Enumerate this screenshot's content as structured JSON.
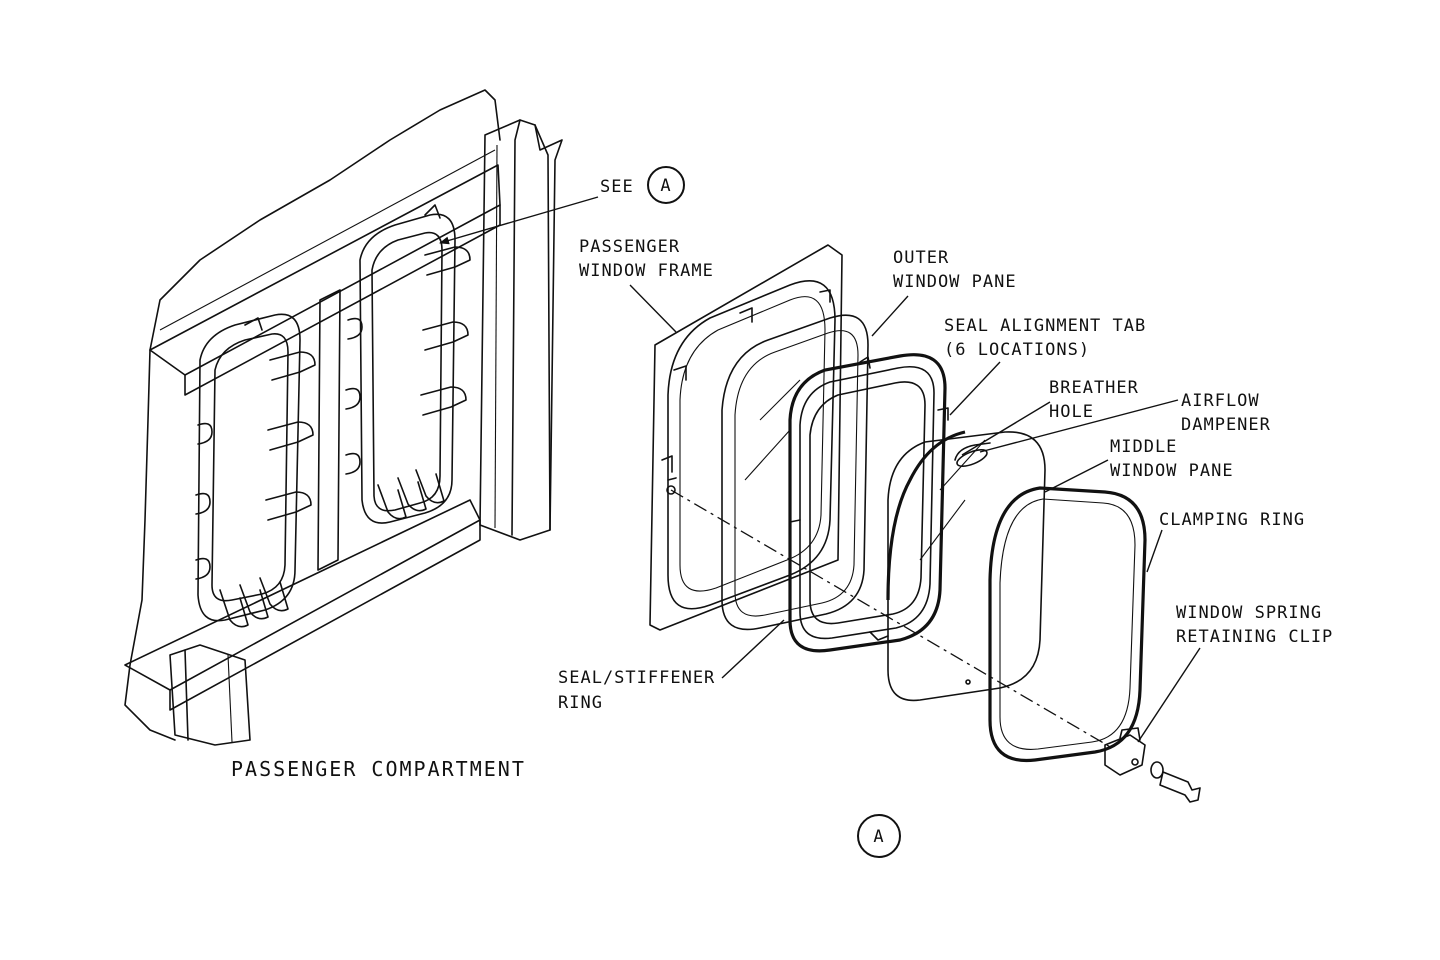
{
  "labels": {
    "see": "SEE",
    "see_ref": "A",
    "passenger_window_frame": [
      "PASSENGER",
      "WINDOW FRAME"
    ],
    "outer_window_pane": [
      "OUTER",
      "WINDOW PANE"
    ],
    "seal_alignment_tab": [
      "SEAL ALIGNMENT TAB",
      "(6 LOCATIONS)"
    ],
    "breather_hole": [
      "BREATHER",
      "HOLE"
    ],
    "airflow_dampener": [
      "AIRFLOW",
      "DAMPENER"
    ],
    "middle_window_pane": [
      "MIDDLE",
      "WINDOW PANE"
    ],
    "clamping_ring": [
      "CLAMPING RING"
    ],
    "window_spring_retaining_clip": [
      "WINDOW SPRING",
      "RETAINING CLIP"
    ],
    "seal_stiffener_ring": [
      "SEAL/STIFFENER",
      "RING"
    ],
    "passenger_compartment": "PASSENGER COMPARTMENT",
    "detail_ref": "A"
  }
}
